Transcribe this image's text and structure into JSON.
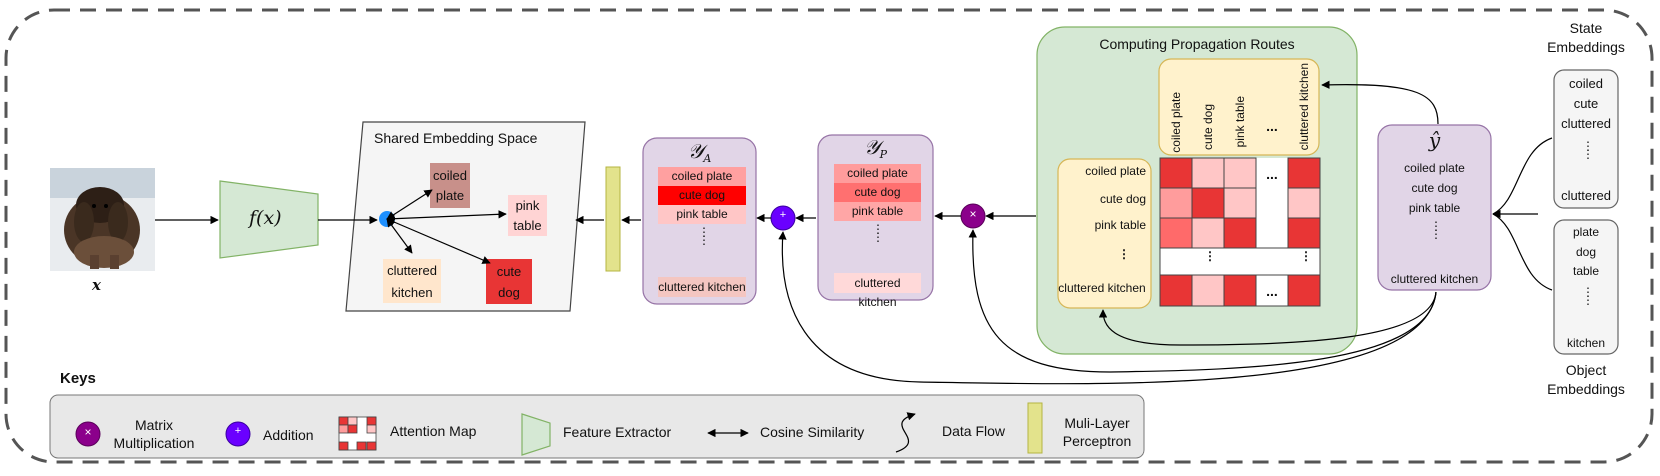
{
  "input": {
    "label": "x"
  },
  "feature_extractor": {
    "label": "f(x)"
  },
  "shared_space": {
    "title": "Shared Embedding Space",
    "words": [
      "coiled plate",
      "pink table",
      "cute dog",
      "cluttered kitchen"
    ]
  },
  "y_a": {
    "symbol": "𝒴",
    "subscript": "A",
    "rows": [
      "coiled plate",
      "cute dog",
      "pink table"
    ],
    "last_row": "cluttered kitchen"
  },
  "y_p": {
    "symbol": "𝒴",
    "subscript": "P",
    "rows": [
      "coiled plate",
      "cute dog",
      "pink table"
    ],
    "last_row": "cluttered kitchen"
  },
  "routes": {
    "title": "Computing Propagation Routes",
    "col_labels": [
      "coiled plate",
      "cute dog",
      "pink table",
      "cluttered kitchen"
    ],
    "row_labels": [
      "coiled plate",
      "cute dog",
      "pink table",
      "cluttered kitchen"
    ],
    "col_dots": "...",
    "row_dots": "..."
  },
  "y_hat": {
    "symbol": "ŷ",
    "rows": [
      "coiled plate",
      "cute dog",
      "pink table"
    ],
    "last_row": "cluttered kitchen"
  },
  "state_embeddings": {
    "title_line1": "State",
    "title_line2": "Embeddings",
    "items": [
      "coiled",
      "cute",
      "cluttered"
    ],
    "last_item": "cluttered"
  },
  "object_embeddings": {
    "title_line1": "Object",
    "title_line2": "Embeddings",
    "items": [
      "plate",
      "dog",
      "table"
    ],
    "last_item": "kitchen"
  },
  "operators": {
    "add": "+",
    "mul": "×"
  },
  "keys": {
    "title": "Keys",
    "items": [
      {
        "line1": "Matrix",
        "line2": "Multiplication"
      },
      {
        "line1": "Addition"
      },
      {
        "line1": "Attention Map"
      },
      {
        "line1": "Feature Extractor"
      },
      {
        "line1": "Cosine Similarity"
      },
      {
        "line1": "Data Flow"
      },
      {
        "line1": "Muli-Layer",
        "line2": "Perceptron"
      }
    ]
  },
  "colors": {
    "green_fill": "#d5e8d4",
    "green_stroke": "#82b366",
    "yellow_fill": "#fff2cc",
    "yellow_stroke": "#d6b656",
    "purple_fill": "#e1d5e7",
    "purple_stroke": "#9673a6",
    "mlp_fill": "#e3e38c",
    "add_color": "#6a00ff",
    "mul_color": "#8b008b",
    "blue_dot": "#1e90ff"
  }
}
